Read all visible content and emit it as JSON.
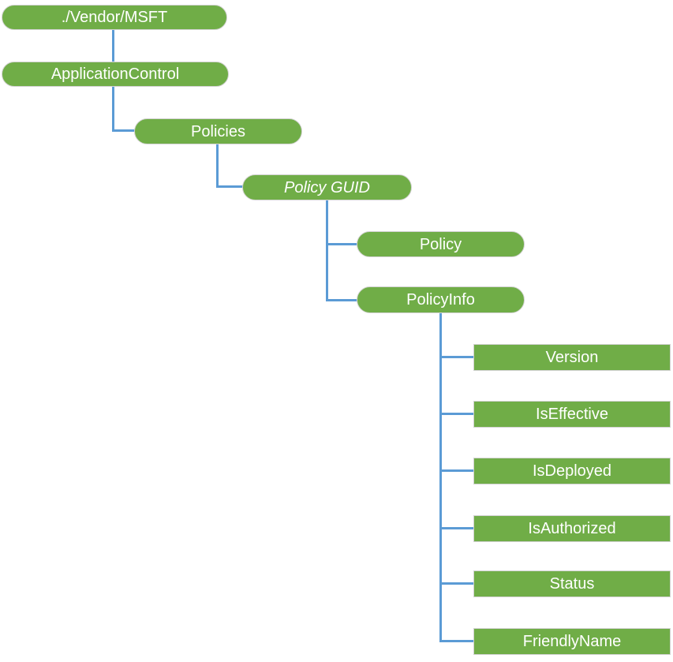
{
  "diagram": {
    "description": "ApplicationControl CSP hierarchy tree",
    "colors": {
      "node_green": "#70AD47",
      "connector_blue": "#5B9BD5",
      "node_border": "#D2D2D2",
      "node_text": "#FFFFFF"
    },
    "nodes": {
      "root": {
        "label": "./Vendor/MSFT"
      },
      "application_control": {
        "label": "ApplicationControl"
      },
      "policies": {
        "label": "Policies"
      },
      "policy_guid": {
        "label": "Policy GUID",
        "italic": true
      },
      "policy": {
        "label": "Policy"
      },
      "policy_info": {
        "label": "PolicyInfo"
      },
      "leaves": [
        {
          "label": "Version"
        },
        {
          "label": "IsEffective"
        },
        {
          "label": "IsDeployed"
        },
        {
          "label": "IsAuthorized"
        },
        {
          "label": "Status"
        },
        {
          "label": "FriendlyName"
        }
      ]
    }
  }
}
